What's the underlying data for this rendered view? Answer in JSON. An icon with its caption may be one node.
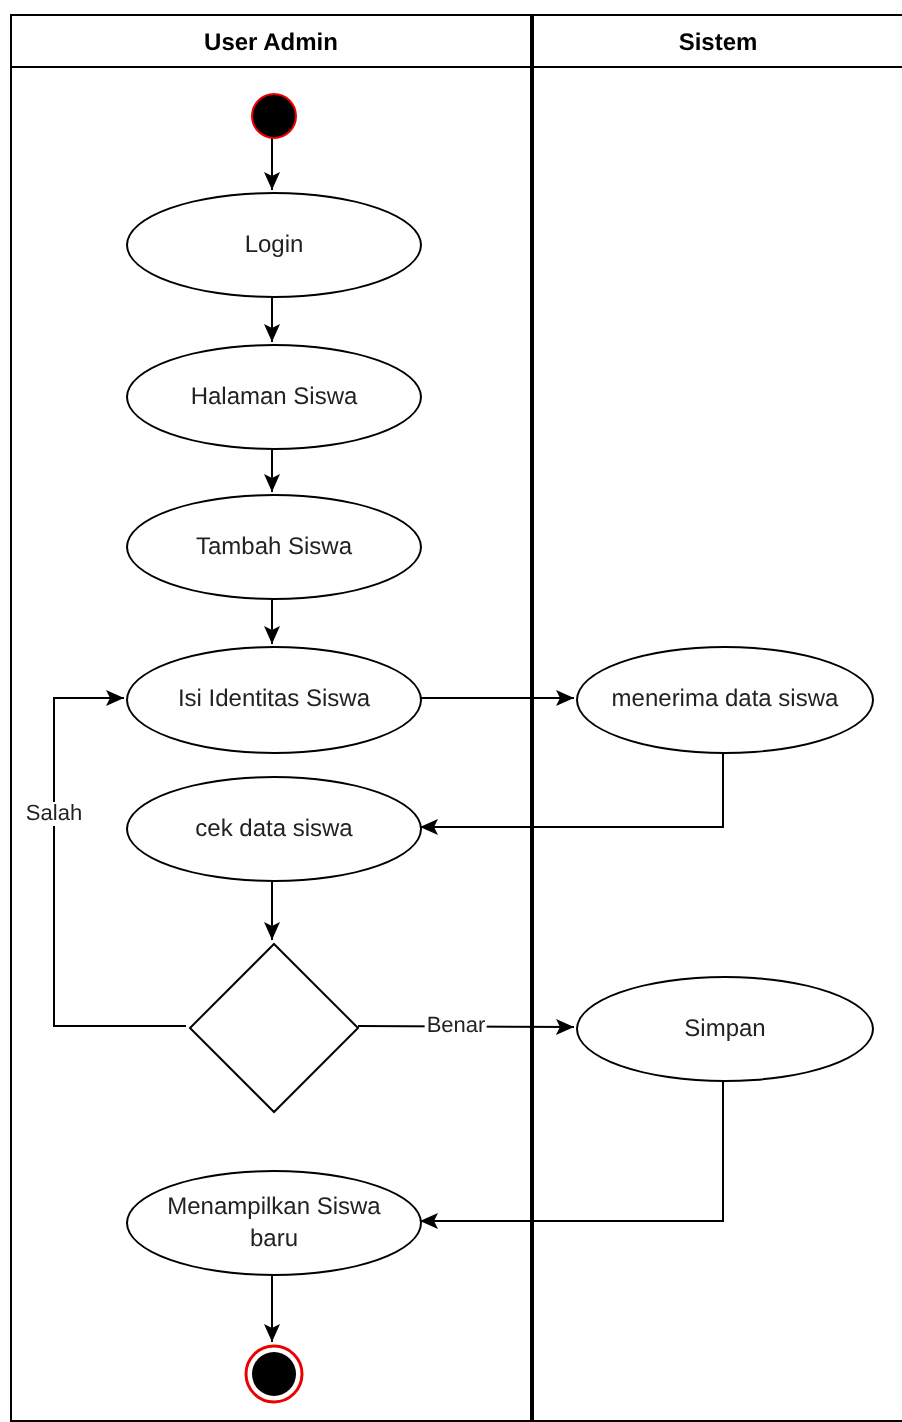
{
  "diagram": {
    "nodes": [
      {
        "text": [
          "User Admin"
        ]
      },
      {
        "text": [
          "Sistem"
        ]
      },
      {
        "text": [],
        "shape": "circle",
        "in": 0
      },
      {
        "text": [
          "Login"
        ],
        "in": 0
      },
      {
        "text": [
          "Halaman Siswa"
        ],
        "in": 0
      },
      {
        "text": [
          "Tambah Siswa"
        ],
        "in": 0
      },
      {
        "text": [
          "Isi Identitas Siswa"
        ],
        "in": 0
      },
      {
        "text": [
          "menerima data siswa"
        ],
        "in": 1
      },
      {
        "text": [
          "cek data siswa"
        ],
        "in": 0
      },
      {
        "text": [],
        "shape": "diamond",
        "in": 0
      },
      {
        "text": [
          "Simpan"
        ],
        "in": 1
      },
      {
        "text": [
          "Menampilkan Siswa baru"
        ],
        "in": 0
      },
      {
        "text": [],
        "shape": "circle",
        "in": 0
      }
    ],
    "edges": [
      {
        "from": 2,
        "to": 3,
        "arrow": "to"
      },
      {
        "from": 3,
        "to": 4,
        "arrow": "to"
      },
      {
        "from": 4,
        "to": 5,
        "arrow": "to"
      },
      {
        "from": 5,
        "to": 6,
        "arrow": "to"
      },
      {
        "from": 6,
        "to": 7,
        "arrow": "to"
      },
      {
        "from": 7,
        "to": 8,
        "arrow": "to"
      },
      {
        "from": 8,
        "to": 9,
        "arrow": "to"
      },
      {
        "from": 9,
        "to": 6,
        "arrow": "to",
        "label": "Salah"
      },
      {
        "from": 9,
        "to": 10,
        "arrow": "to",
        "label": "Benar"
      },
      {
        "from": 10,
        "to": 11,
        "arrow": "to"
      },
      {
        "from": 11,
        "to": 12,
        "arrow": "to"
      }
    ]
  }
}
